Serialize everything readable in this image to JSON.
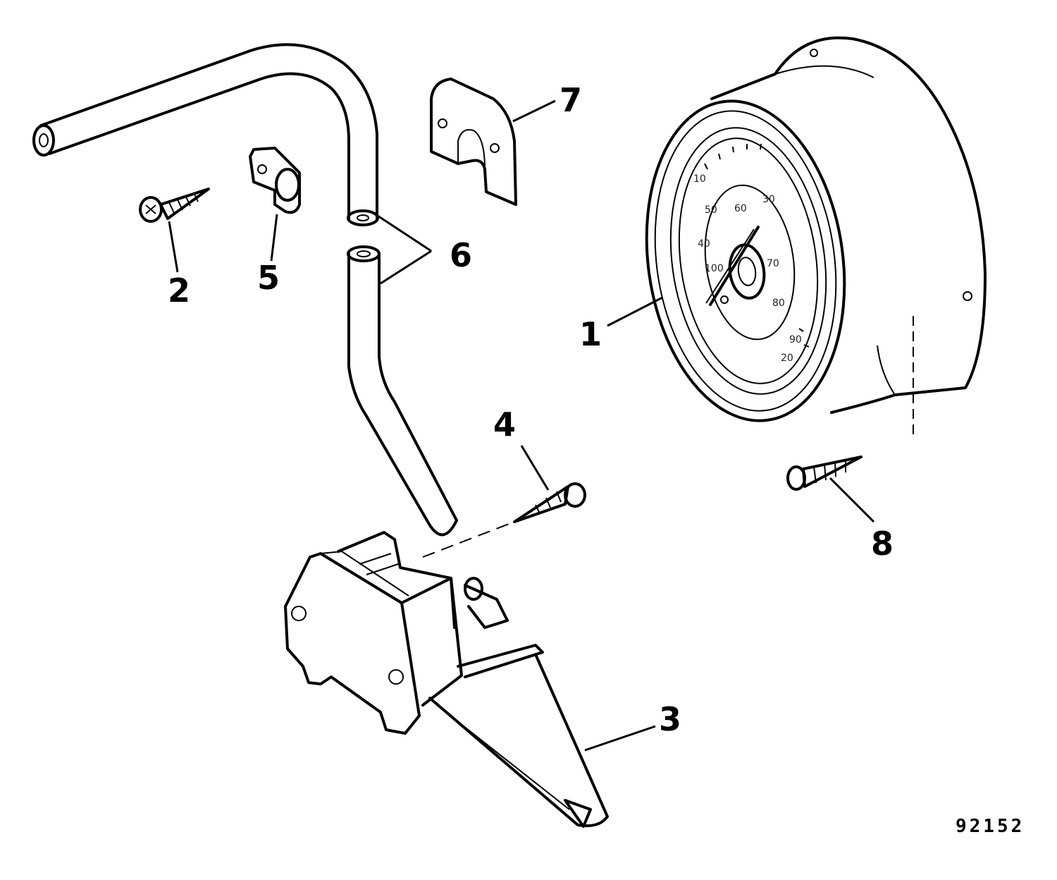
{
  "callouts": {
    "c1": "1",
    "c2": "2",
    "c3": "3",
    "c4": "4",
    "c5": "5",
    "c6": "6",
    "c7": "7",
    "c8": "8"
  },
  "figure_number": "92152",
  "gauge_dial": {
    "t10": "10",
    "t30": "30",
    "t50": "50",
    "t60": "60",
    "t40": "40",
    "t70": "70",
    "t80": "80",
    "t90": "90",
    "t100": "100",
    "t20": "20"
  },
  "icons": [
    "speedometer-gauge",
    "wood-screw",
    "pickup-unit",
    "hose-clip",
    "pitot-tube",
    "mounting-bracket"
  ]
}
